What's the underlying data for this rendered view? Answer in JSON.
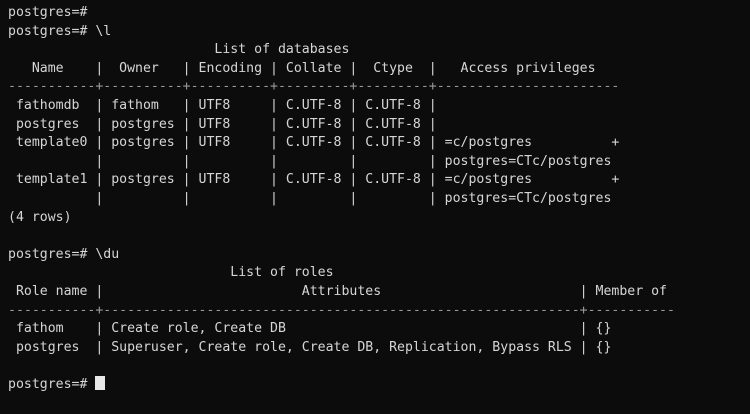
{
  "terminal": {
    "app": "psql",
    "prompt": "postgres=#",
    "background_color": "#0c0c0c",
    "foreground_color": "#d6d6d6",
    "rule_color": "#9a9a9a",
    "cursor": {
      "shape": "block",
      "color": "#e8e8e8",
      "visible": true
    },
    "lines": [
      {
        "id": "l01",
        "type": "prompt",
        "text": "postgres=#"
      },
      {
        "id": "l02",
        "type": "prompt",
        "text": "postgres=# \\l"
      },
      {
        "id": "l03",
        "type": "title",
        "text": "                          List of databases"
      },
      {
        "id": "l04",
        "type": "header",
        "text": "   Name    |  Owner   | Encoding | Collate |  Ctype  |   Access privileges"
      },
      {
        "id": "l05",
        "type": "rule",
        "text": "-----------+----------+----------+---------+---------+-----------------------"
      },
      {
        "id": "l06",
        "type": "row",
        "text": " fathomdb  | fathom   | UTF8     | C.UTF-8 | C.UTF-8 |"
      },
      {
        "id": "l07",
        "type": "row",
        "text": " postgres  | postgres | UTF8     | C.UTF-8 | C.UTF-8 |"
      },
      {
        "id": "l08",
        "type": "row",
        "text": " template0 | postgres | UTF8     | C.UTF-8 | C.UTF-8 | =c/postgres          +"
      },
      {
        "id": "l09",
        "type": "row",
        "text": "           |          |          |         |         | postgres=CTc/postgres"
      },
      {
        "id": "l10",
        "type": "row",
        "text": " template1 | postgres | UTF8     | C.UTF-8 | C.UTF-8 | =c/postgres          +"
      },
      {
        "id": "l11",
        "type": "row",
        "text": "           |          |          |         |         | postgres=CTc/postgres"
      },
      {
        "id": "l12",
        "type": "footer",
        "text": "(4 rows)"
      },
      {
        "id": "l13",
        "type": "blank",
        "text": ""
      },
      {
        "id": "l14",
        "type": "prompt",
        "text": "postgres=# \\du"
      },
      {
        "id": "l15",
        "type": "title",
        "text": "                            List of roles"
      },
      {
        "id": "l16",
        "type": "header",
        "text": " Role name |                         Attributes                         | Member of"
      },
      {
        "id": "l17",
        "type": "rule",
        "text": "-----------+------------------------------------------------------------+-----------"
      },
      {
        "id": "l18",
        "type": "row",
        "text": " fathom    | Create role, Create DB                                     | {}"
      },
      {
        "id": "l19",
        "type": "row",
        "text": " postgres  | Superuser, Create role, Create DB, Replication, Bypass RLS | {}"
      },
      {
        "id": "l20",
        "type": "blank",
        "text": ""
      },
      {
        "id": "l21",
        "type": "prompt-cursor",
        "text": "postgres=# "
      }
    ]
  },
  "databases_table": {
    "title": "List of databases",
    "columns": [
      "Name",
      "Owner",
      "Encoding",
      "Collate",
      "Ctype",
      "Access privileges"
    ],
    "rows": [
      {
        "Name": "fathomdb",
        "Owner": "fathom",
        "Encoding": "UTF8",
        "Collate": "C.UTF-8",
        "Ctype": "C.UTF-8",
        "Access privileges": ""
      },
      {
        "Name": "postgres",
        "Owner": "postgres",
        "Encoding": "UTF8",
        "Collate": "C.UTF-8",
        "Ctype": "C.UTF-8",
        "Access privileges": ""
      },
      {
        "Name": "template0",
        "Owner": "postgres",
        "Encoding": "UTF8",
        "Collate": "C.UTF-8",
        "Ctype": "C.UTF-8",
        "Access privileges": "=c/postgres\npostgres=CTc/postgres"
      },
      {
        "Name": "template1",
        "Owner": "postgres",
        "Encoding": "UTF8",
        "Collate": "C.UTF-8",
        "Ctype": "C.UTF-8",
        "Access privileges": "=c/postgres\npostgres=CTc/postgres"
      }
    ],
    "row_count_label": "(4 rows)",
    "row_count": 4
  },
  "roles_table": {
    "title": "List of roles",
    "columns": [
      "Role name",
      "Attributes",
      "Member of"
    ],
    "rows": [
      {
        "Role name": "fathom",
        "Attributes": "Create role, Create DB",
        "Member of": "{}"
      },
      {
        "Role name": "postgres",
        "Attributes": "Superuser, Create role, Create DB, Replication, Bypass RLS",
        "Member of": "{}"
      }
    ]
  },
  "commands": [
    {
      "prompt": "postgres=#",
      "input": ""
    },
    {
      "prompt": "postgres=#",
      "input": "\\l"
    },
    {
      "prompt": "postgres=#",
      "input": "\\du"
    },
    {
      "prompt": "postgres=#",
      "input": ""
    }
  ]
}
